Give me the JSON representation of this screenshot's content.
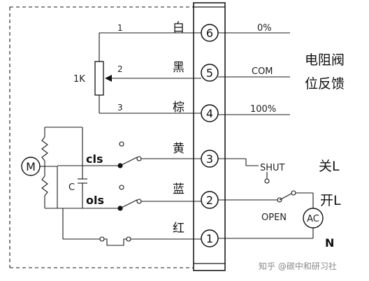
{
  "terminals": [
    {
      "number": "6",
      "color": "白",
      "wire_number": "1",
      "right_label": "0%"
    },
    {
      "number": "5",
      "color": "黑",
      "wire_number": "2",
      "right_label": "COM"
    },
    {
      "number": "4",
      "color": "棕",
      "wire_number": "3",
      "right_label": "100%"
    },
    {
      "number": "3",
      "color": "黄",
      "right_label": "SHUT"
    },
    {
      "number": "2",
      "color": "蓝",
      "right_label": "OPEN"
    },
    {
      "number": "1",
      "color": "红",
      "right_label": ""
    }
  ],
  "potentiometer": {
    "label": "1K"
  },
  "feedback_title": {
    "line1": "电阻阀",
    "line2": "位反馈"
  },
  "control": {
    "close_label": "关L",
    "open_label": "开L",
    "neutral_label": "N"
  },
  "motor": {
    "label": "M",
    "capacitor_label": "C",
    "cls_label": "cls",
    "ols_label": "ols"
  },
  "ac_source": {
    "label": "AC"
  },
  "watermark": "知乎 @碳中和研习社"
}
